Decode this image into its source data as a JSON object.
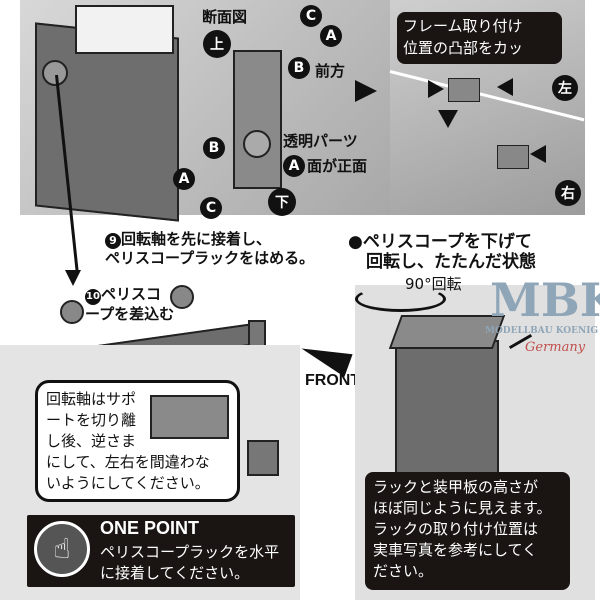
{
  "section_view": {
    "title": "断面図",
    "top_label": "上",
    "bottom_label": "下",
    "forward_label": "前方",
    "clear_part_line1": "透明パーツ",
    "clear_part_line2": "面が正面",
    "marker_a": "A",
    "marker_b": "B",
    "marker_c": "C"
  },
  "cut_note": {
    "line1": "フレーム取り付け",
    "line2": "位置の凸部をカッ",
    "left_label": "左",
    "right_label": "右"
  },
  "step9": {
    "number": "9",
    "line1": "回転軸を先に接着し、",
    "line2": "ペリスコープラックをはめる。"
  },
  "step10": {
    "number": "10",
    "line1": "ペリスコ",
    "line2": "ープを差込む"
  },
  "folded": {
    "line1": "●ペリスコープを下げて",
    "line2": "回転し、たたんだ状態",
    "rotation": "90°回転"
  },
  "front_label": "FRONT",
  "support_note": {
    "line1": "回転軸はサポ",
    "line2": "ートを切り離",
    "line3": "し後、逆さま",
    "line4": "にして、左右を間違わな",
    "line5": "いようにしてください。"
  },
  "one_point": {
    "title": "ONE POINT",
    "line1": "ペリスコープラックを水平",
    "line2": "に接着してください。"
  },
  "height_note": {
    "line1": "ラックと装甲板の高さが",
    "line2": "ほぼ同じように見えます。",
    "line3": "ラックの取り付け位置は",
    "line4": "実車写真を参考にしてく",
    "line5": "ださい。"
  },
  "watermark": {
    "logo": "MBK",
    "sub": "MODELLBAU KOENIG",
    "country": "Germany"
  }
}
